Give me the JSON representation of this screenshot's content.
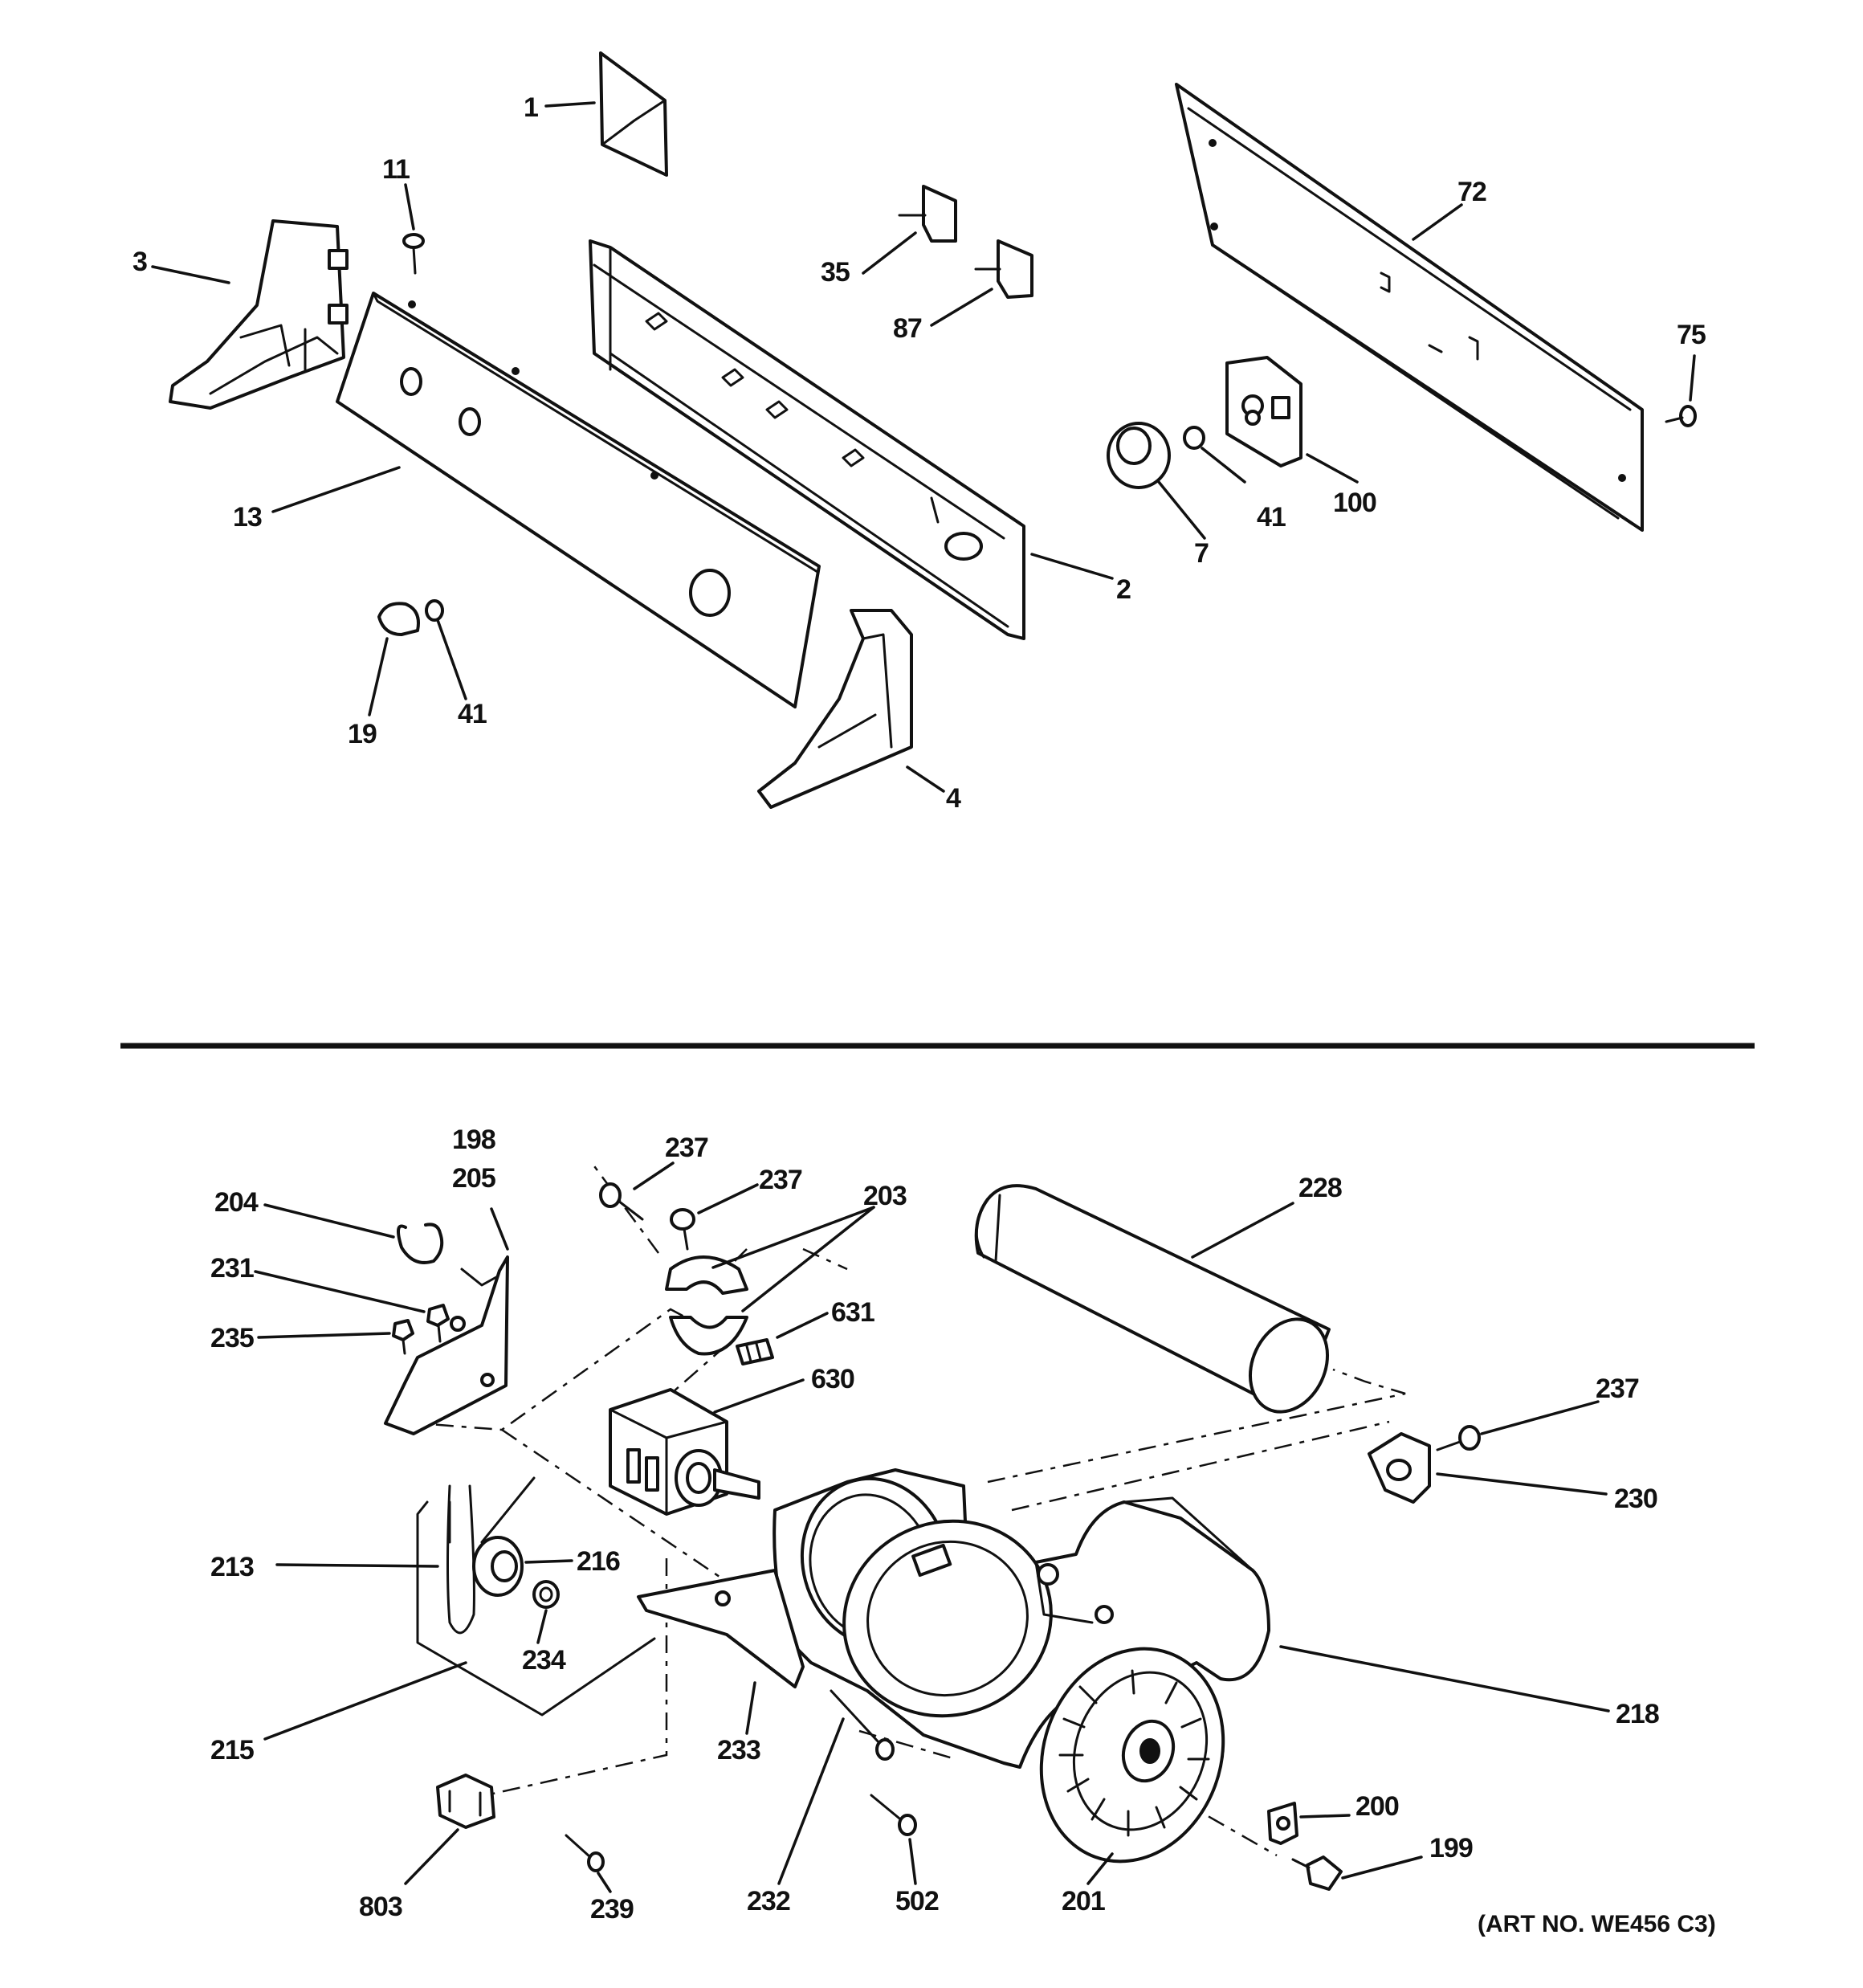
{
  "labels": [
    "1",
    "11",
    "3",
    "13",
    "19",
    "41",
    "4",
    "2",
    "35",
    "87",
    "72",
    "75",
    "100",
    "41",
    "7",
    "198",
    "205",
    "204",
    "231",
    "235",
    "237",
    "237",
    "203",
    "631",
    "630",
    "228",
    "237",
    "230",
    "213",
    "216",
    "234",
    "215",
    "233",
    "218",
    "232",
    "502",
    "201",
    "200",
    "199",
    "803",
    "239"
  ],
  "art_number": "(ART NO. WE456 C3)"
}
